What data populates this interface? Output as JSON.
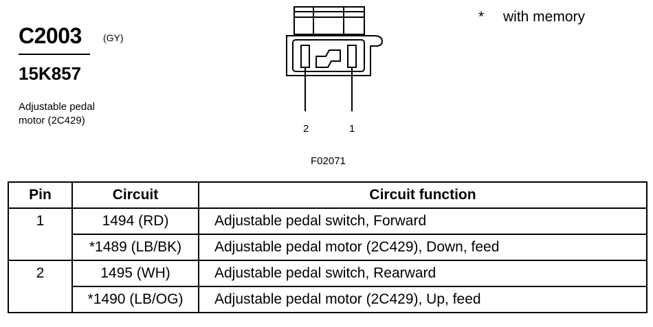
{
  "header": {
    "connector_id": "C2003",
    "connector_color": "(GY)",
    "part_number": "15K857",
    "component_description": "Adjustable pedal\nmotor (2C429)"
  },
  "note": {
    "symbol": "*",
    "text": "with memory"
  },
  "diagram": {
    "pin_labels": [
      "2",
      "1"
    ],
    "figure_code": "F02071"
  },
  "table": {
    "headers": {
      "pin": "Pin",
      "circuit": "Circuit",
      "function": "Circuit function"
    },
    "pins": [
      {
        "pin": "1",
        "rows": [
          {
            "circuit": "1494 (RD)",
            "function": "Adjustable pedal switch, Forward"
          },
          {
            "circuit": "*1489 (LB/BK)",
            "function": "Adjustable pedal motor (2C429), Down, feed"
          }
        ]
      },
      {
        "pin": "2",
        "rows": [
          {
            "circuit": "1495 (WH)",
            "function": "Adjustable pedal switch, Rearward"
          },
          {
            "circuit": "*1490 (LB/OG)",
            "function": "Adjustable pedal motor (2C429), Up, feed"
          }
        ]
      }
    ]
  }
}
